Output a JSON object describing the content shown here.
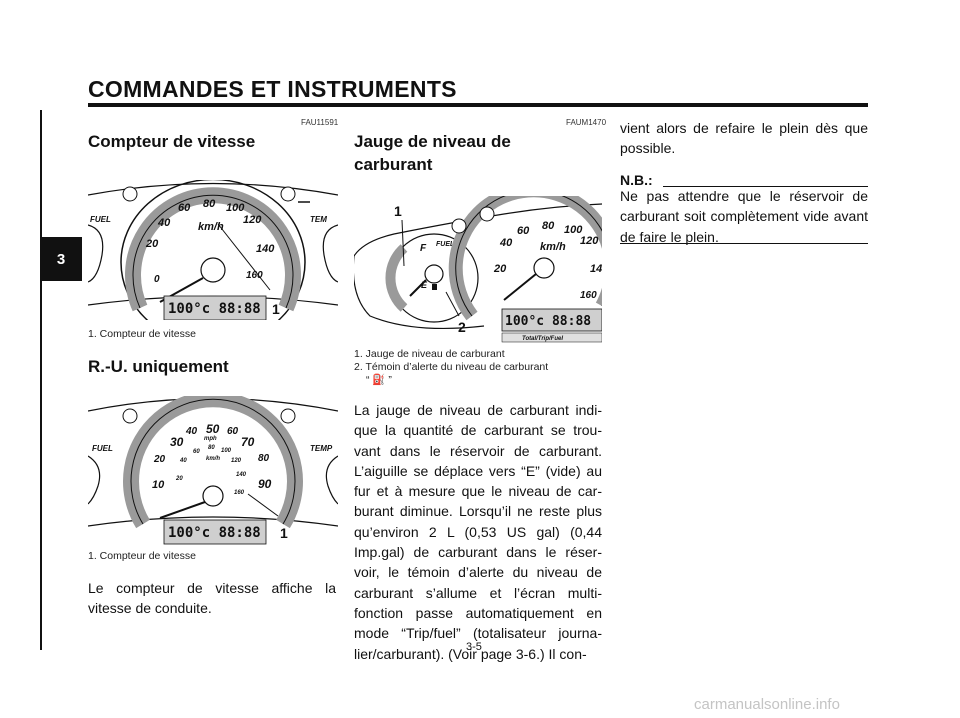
{
  "header": {
    "title": "COMMANDES ET INSTRUMENTS",
    "chapter": "3"
  },
  "left": {
    "code": "FAU11591",
    "heading": "Compteur de vitesse",
    "fig1": {
      "caption": "1. Compteur de vitesse",
      "unit": "km/h",
      "ticks": [
        "0",
        "20",
        "40",
        "60",
        "80",
        "100",
        "120",
        "140",
        "160"
      ],
      "fuel": "FUEL",
      "temp": "TEM",
      "lcd": "100°c 88:88",
      "callout": "1"
    },
    "heading2": "R.-U. uniquement",
    "fig2": {
      "caption": "1. Compteur de vitesse",
      "mph_ticks": [
        "10",
        "20",
        "30",
        "40",
        "50",
        "60",
        "70",
        "80",
        "90"
      ],
      "kmh_ticks": [
        "20",
        "40",
        "60",
        "80",
        "100",
        "120",
        "140",
        "160"
      ],
      "mph": "mph",
      "kmh": "km/h",
      "fuel": "FUEL",
      "temp": "TEMP",
      "lcd": "100°c 88:88",
      "callout": "1"
    },
    "body": "Le compteur de vitesse affiche la vitesse de conduite."
  },
  "middle": {
    "code": "FAUM1470",
    "heading_l1": "Jauge de niveau de",
    "heading_l2": "carburant",
    "fig3": {
      "gauge_f": "F",
      "gauge_e": "E",
      "fuel": "FUEL",
      "unit": "km/h",
      "ticks": [
        "20",
        "40",
        "60",
        "80",
        "100",
        "120",
        "14",
        "160"
      ],
      "lcd": "100°c 88:88",
      "lcd_label": "Total/Trip/Fuel",
      "callout1": "1",
      "callout2": "2"
    },
    "caption1": "1. Jauge de niveau de carburant",
    "caption2": "2. Témoin d’alerte du niveau de carburant",
    "caption2_quote": "“ ⛽ ”",
    "body": "La jauge de niveau de carburant indi-que la quantité de carburant se trou-vant dans le réservoir de carburant. L’aiguille se déplace vers “E” (vide) au fur et à mesure que le niveau de car-burant diminue. Lorsqu’il ne reste plus qu’environ 2 L (0,53 US gal) (0,44 Imp.gal) de carburant dans le réser-voir, le témoin d’alerte du niveau de carburant s’allume et l’écran multi-fonction passe automatiquement en mode “Trip/fuel” (totalisateur journa-lier/carburant). (Voir page 3-6.) Il con-"
  },
  "right": {
    "body": "vient alors de refaire le plein dès que possible.",
    "note_label": "N.B.:",
    "note_text": "Ne pas attendre que le réservoir de carburant soit complètement vide avant de faire le plein."
  },
  "footer": {
    "page": "3-5",
    "watermark": "carmanualsonline.info"
  }
}
